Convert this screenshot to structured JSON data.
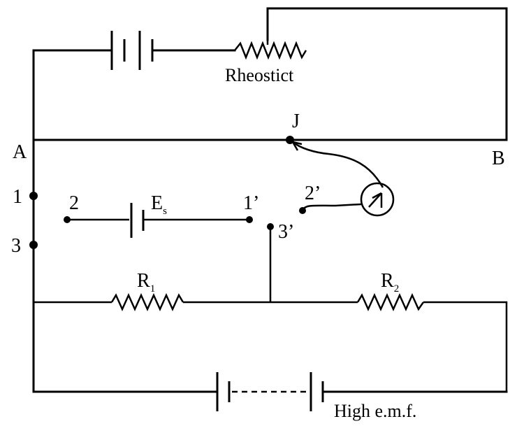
{
  "labels": {
    "rheostat": "Rheostict",
    "A": "A",
    "B": "B",
    "J": "J",
    "t1": "1",
    "t2": "2",
    "t3": "3",
    "t1p": "1’",
    "t2p": "2’",
    "t3p": "3’",
    "es_main": "E",
    "es_sub": "s",
    "r1_main": "R",
    "r1_sub": "1",
    "r2_main": "R",
    "r2_sub": "2",
    "high_emf": "High e.m.f."
  },
  "colors": {
    "ink": "#000000",
    "background": "#ffffff"
  }
}
